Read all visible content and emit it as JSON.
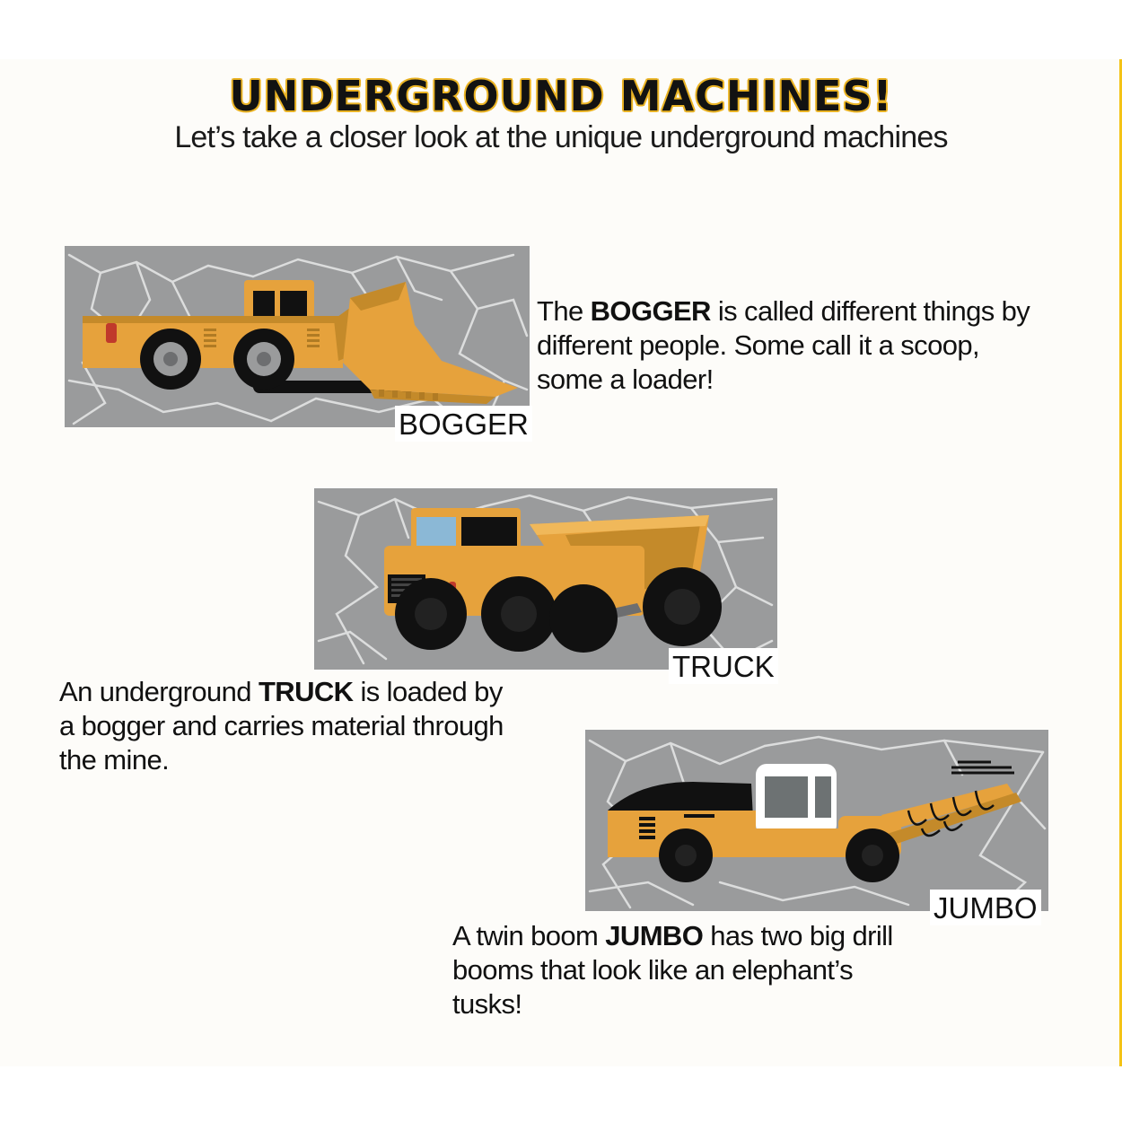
{
  "title": "UNDERGROUND MACHINES!",
  "subtitle": "Let’s take a closer look at the unique underground machines",
  "colors": {
    "machine_body": "#e6a23c",
    "machine_dark": "#c48a2a",
    "rock": "#9a9b9c",
    "cracks": "#d9dadb",
    "tyre": "#111111",
    "title_outline": "#eab324"
  },
  "machines": {
    "bogger": {
      "label": "BOGGER",
      "desc_before": "The ",
      "desc_bold": "BOGGER",
      "desc_after": " is called different things by different people. Some call it a scoop, some a loader!"
    },
    "truck": {
      "label": "TRUCK",
      "desc_before": "An underground ",
      "desc_bold": "TRUCK",
      "desc_after": " is loaded by a bogger and carries material through the mine."
    },
    "jumbo": {
      "label": "JUMBO",
      "desc_before": "A twin boom ",
      "desc_bold": "JUMBO",
      "desc_after": " has two big drill booms that look like an elephant’s tusks!"
    }
  }
}
